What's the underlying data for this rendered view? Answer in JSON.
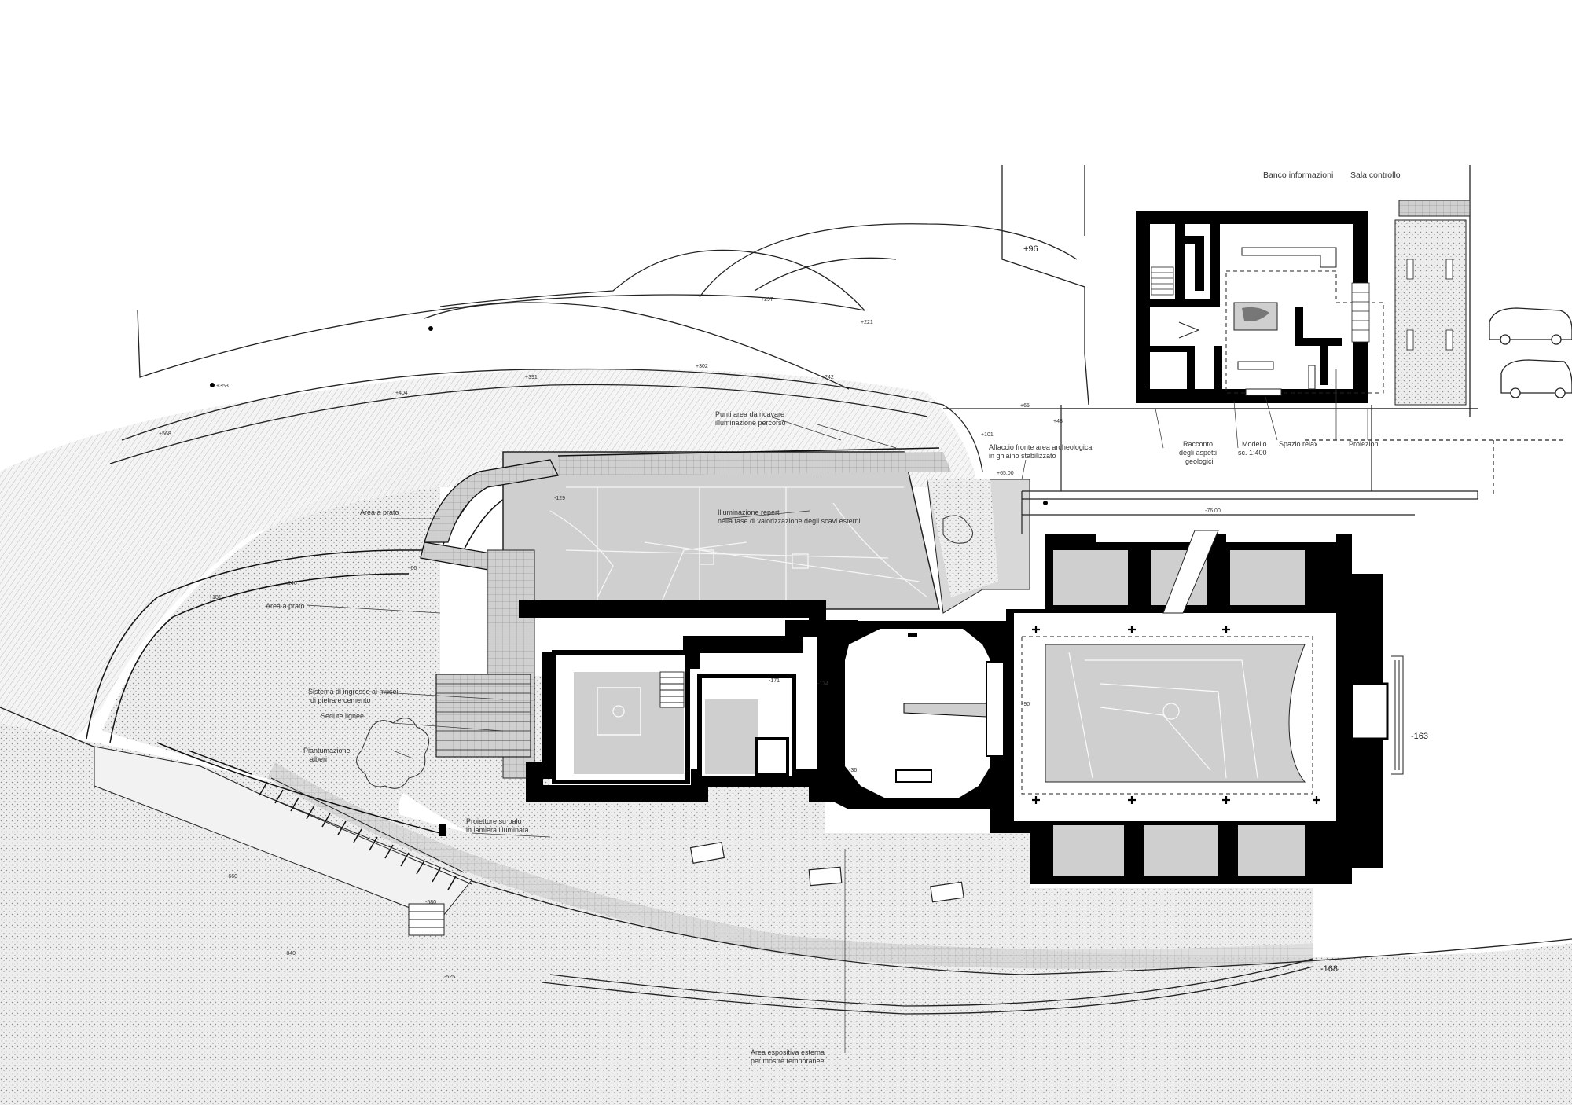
{
  "labels": {
    "banco": "Banco informazioni",
    "sala": "Sala controllo",
    "modello_top": "Modello",
    "modello_scale": "sc. 1:400",
    "racconto_1": "Racconto",
    "racconto_2": "degli aspetti",
    "racconto_3": "geologici",
    "modello_b1": "Modello",
    "modello_b2": "sc. 1:400",
    "spazio": "Spazio relax",
    "proiezioni": "Proiezioni",
    "affaccio_1": "Affaccio fronte area archeologica",
    "affaccio_2": "in ghiaino stabilizzato",
    "punti_1": "Punti area da ricavare",
    "punti_2": "illuminazione percorso",
    "illum_1": "Illuminazione reperti",
    "illum_2": "nella fase di valorizzazione degli scavi esterni",
    "area_prato_1": "Area a prato",
    "area_prato_2": "Area a prato",
    "accesso_1": "Sistema di ingresso ai musei",
    "accesso_2": "di pietra e cemento",
    "sedute": "Sedute lignee",
    "panchine_1": "Piantumazione",
    "panchine_2": "alberi",
    "proiettore_1": "Proiettore su palo",
    "proiettore_2": "in lamiera illuminata",
    "espo_1": "Area espositiva esterna",
    "espo_2": "per mostre temporanee"
  },
  "levels": {
    "l96": "+96",
    "l297": "+297",
    "l221": "+221",
    "l353": "+353",
    "l404": "+404",
    "l391": "+391",
    "l302": "+302",
    "l242": "+242",
    "l568": "+568",
    "l48": "+48",
    "l65": "+65",
    "l101": "+101",
    "l85": "+65.00",
    "l76": "-76.00",
    "l171": "-171",
    "l174": "-174",
    "l163": "-163",
    "l168": "-168",
    "l90": "-90",
    "l36": "-36",
    "l129": "-129",
    "l660": "-660",
    "l580": "-580",
    "l840": "-840",
    "l525": "-525",
    "l181": "+181",
    "l140": "+140",
    "l66": "-66"
  },
  "colors": {
    "wall": "#000000",
    "room_fill": "#cfcfcf",
    "ground_fill": "#e8e8e8",
    "line": "#222222"
  }
}
